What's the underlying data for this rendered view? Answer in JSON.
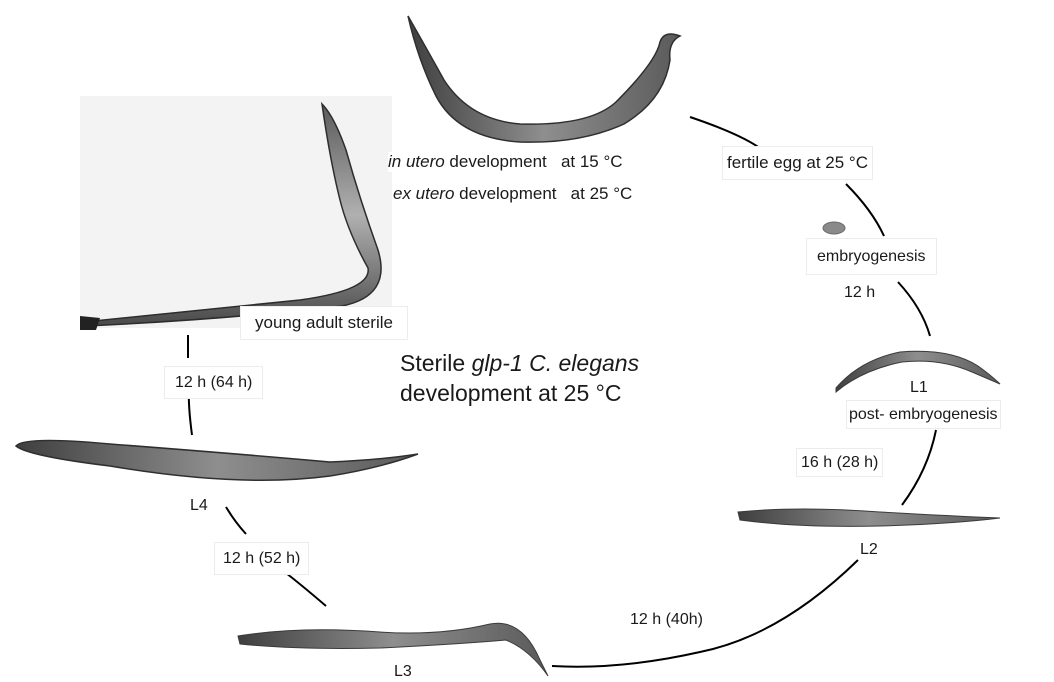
{
  "title": {
    "prefix": "Sterile ",
    "italic": "glp-1 C. elegans",
    "line2": "development at 25 °C"
  },
  "conditions": {
    "in_utero_it": "in utero",
    "in_utero_rest": " development   at 15 °C",
    "ex_utero_it": "ex utero",
    "ex_utero_rest": " development   at 25 °C"
  },
  "stages": {
    "fertile_egg": "fertile egg at 25 °C",
    "embryogenesis": "embryogenesis",
    "l1": "L1",
    "post_embryogenesis": "post- embryogenesis",
    "l2": "L2",
    "l3": "L3",
    "l4": "L4",
    "young_adult": "young adult sterile"
  },
  "durations": {
    "embryo": "12 h",
    "l1_l2": "16 h (28 h)",
    "l2_l3": "12 h (40h)",
    "l3_l4": "12 h (52 h)",
    "l4_adult": "12 h (64 h)"
  },
  "colors": {
    "arc": "#000000",
    "worm_dark": "#4d4d4d",
    "worm_light": "#9a9a9a",
    "egg": "#8a8a8a"
  },
  "icons": {
    "worm": "nematode-silhouette",
    "egg": "egg-oval"
  }
}
